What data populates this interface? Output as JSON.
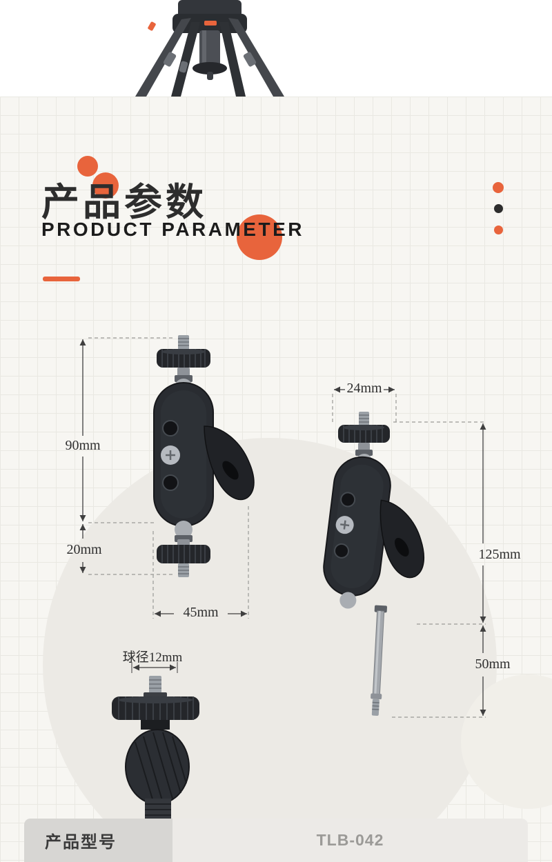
{
  "header": {
    "title_cn": "产品参数",
    "title_en": "PRODUCT PARAMETER"
  },
  "colors": {
    "accent_orange": "#E8643C",
    "ink": "#2D2D2D",
    "paper": "#F7F6F2"
  },
  "diagram": {
    "left_view": {
      "height": "90mm",
      "bottom_section": "20mm",
      "width": "45mm"
    },
    "right_view": {
      "top_width": "24mm",
      "body_height": "125mm",
      "rod_length": "50mm"
    },
    "ball_detail": {
      "ball_diameter": "球径12mm"
    }
  },
  "spec_table": {
    "model_label": "产品型号",
    "model_value": "TLB-042"
  }
}
